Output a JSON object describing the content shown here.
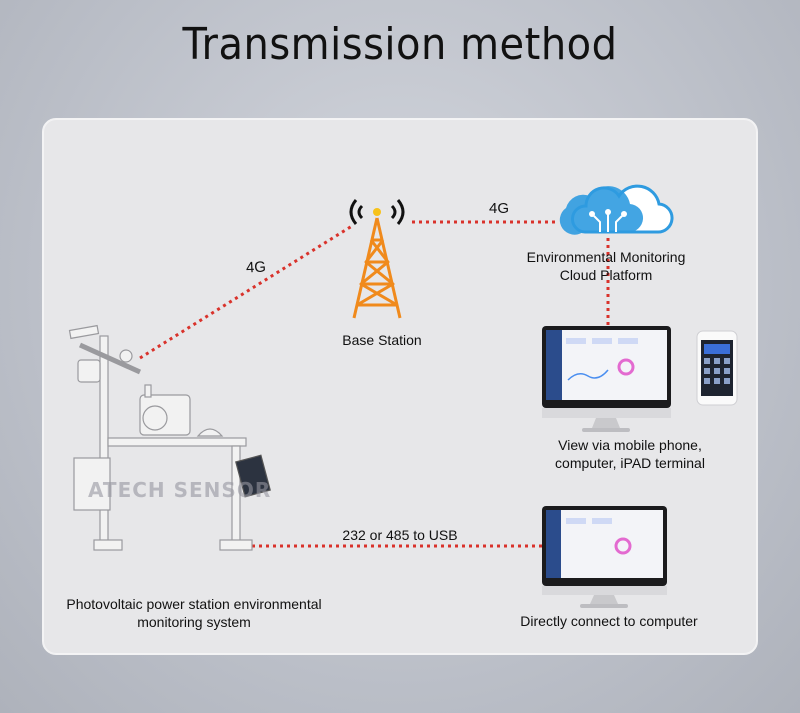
{
  "title": "Transmission method",
  "links": {
    "station_to_tower": "4G",
    "tower_to_cloud": "4G",
    "station_to_computer": "232 or 485 to USB"
  },
  "nodes": {
    "base_station": "Base Station",
    "cloud_line1": "Environmental Monitoring",
    "cloud_line2": "Cloud Platform",
    "terminals_line1": "View via mobile phone,",
    "terminals_line2": "computer, iPAD terminal",
    "station_line1": "Photovoltaic power station environmental",
    "station_line2": "monitoring system",
    "direct_computer": "Directly connect to computer"
  },
  "watermark": "ATECH SENSOR",
  "colors": {
    "dotted_line": "#d9322b",
    "tower": "#f08a1c",
    "cloud": "#2f9be0"
  }
}
